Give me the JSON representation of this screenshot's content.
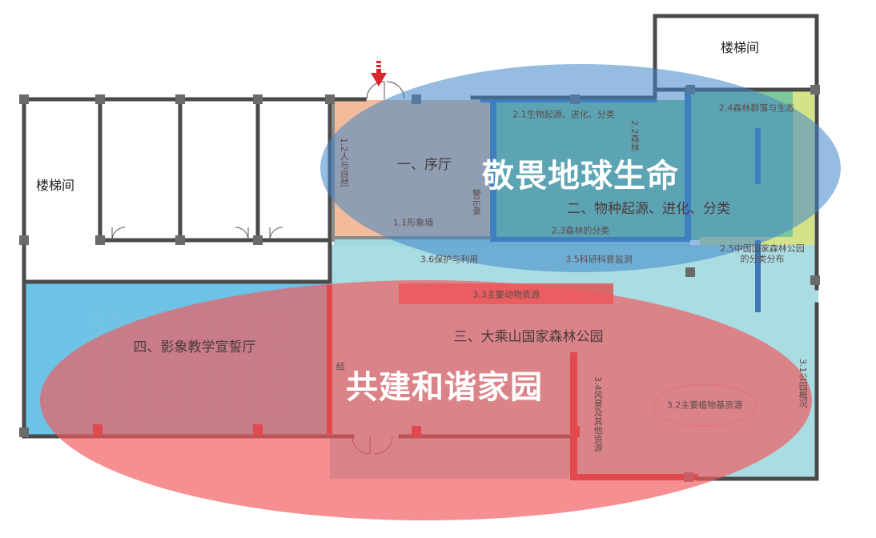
{
  "rooms": {
    "stair_left": "楼梯间",
    "stair_right": "楼梯间",
    "hall_1": "一、序厅",
    "hall_2": "二、物种起源、进化、分类",
    "hall_3": "三、大乘山国家森林公园",
    "hall_4": "四、影象教学宣誓厅"
  },
  "sections": {
    "s1_1": "1.1形象墙",
    "s1_2": "1.2人与自然",
    "s1_3": "警示录",
    "s2_1": "2.1生物起源、进化、分类",
    "s2_2": "2.2森林",
    "s2_3": "2.3森林的分类",
    "s2_4": "2.4森林群落与生态",
    "s2_5": "2.5中国国家森林公园的分类分布",
    "s3_1": "3.1公园概况",
    "s3_2": "3.2主要植物基资源",
    "s3_3": "3.3主要动物资源",
    "s3_4": "3.4风景及其他资源",
    "s3_5": "3.5科研科普监测",
    "s3_6": "3.6保护与利用",
    "jie": "结"
  },
  "overlays": {
    "blue_title": "敬畏地球生命",
    "red_title": "共建和谐家园"
  },
  "colors": {
    "wall": "#4a4a4a",
    "pillar": "#6a6a6a",
    "peach": "#f2bb9c",
    "green": "#7ec79a",
    "lime": "#d4e28a",
    "light_teal": "#a9dde3",
    "blue": "#6cc3e6",
    "blue_ellipse": "#5b9bcf",
    "red_ellipse": "#f46f72",
    "entrance_arrow": "#d9262a"
  }
}
